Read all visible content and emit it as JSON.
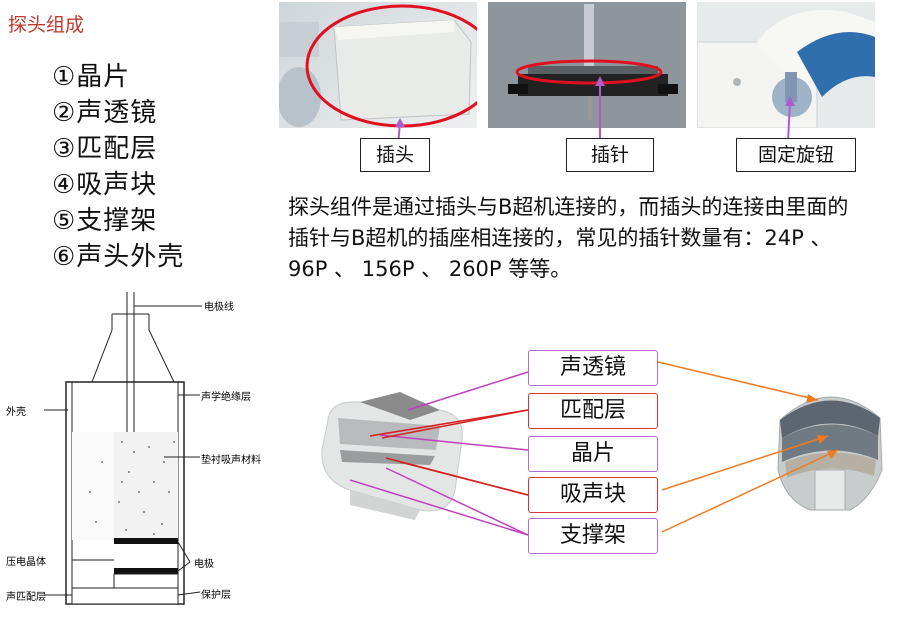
{
  "title": "探头组成",
  "parts": [
    "①晶片",
    "②声透镜",
    "③匹配层",
    "④吸声块",
    "⑤支撑架",
    "⑥声头外壳"
  ],
  "photo_captions": {
    "plug": "插头",
    "pins": "插针",
    "knob": "固定旋钮"
  },
  "paragraph": "探头组件是通过插头与B超机连接的，而插头的连接由里面的插针与B超机的插座相连接的，常见的插针数量有：24P 、96P 、 156P 、 260P 等等。",
  "cross_section_labels": {
    "electrode_wire": "电极线",
    "outer_shell": "外壳",
    "acoustic_insulation": "声学绝缘层",
    "backing_material": "垫衬吸声材料",
    "electrode": "电极",
    "piezo_crystal": "压电晶体",
    "matching_layer": "声匹配层",
    "protective_layer": "保护层"
  },
  "structure_labels": [
    "声透镜",
    "匹配层",
    "晶片",
    "吸声块",
    "支撑架"
  ],
  "colors": {
    "title": "#c0392b",
    "highlight_ring": "#e01020",
    "pointer": "#b05ad0",
    "lead_purple": "#c040c0",
    "lead_red": "#d62020",
    "lead_orange": "#f07a20"
  }
}
